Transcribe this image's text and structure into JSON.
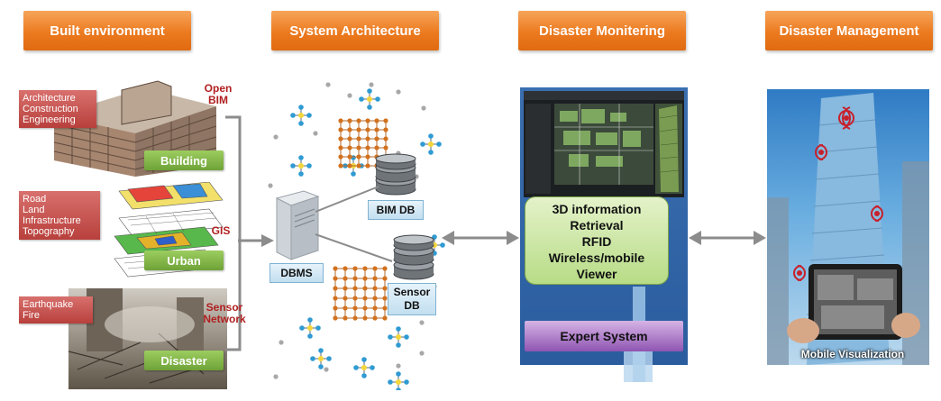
{
  "headers": {
    "built": "Built environment",
    "system": "System Architecture",
    "monitoring": "Disaster Monitering",
    "management": "Disaster Management"
  },
  "built_env": {
    "label_arch": "Architecture\nConstruction\nEngineering",
    "label_road": "Road\nLand\nInfrastructure\nTopography",
    "label_quake": "Earthquake\nFire",
    "building": "Building",
    "urban": "Urban",
    "disaster": "Disaster",
    "open_bim": "Open\nBIM",
    "gis": "GIS",
    "sensor_network": "Sensor\nNetwork"
  },
  "system": {
    "dbms": "DBMS",
    "bim_db": "BIM DB",
    "sensor_db": "Sensor\nDB"
  },
  "monitoring": {
    "info_text": "3D information\nRetrieval\nRFID\nWireless/mobile\nViewer",
    "expert": "Expert System"
  },
  "management": {
    "mobile_vis": "Mobile Visualization"
  }
}
